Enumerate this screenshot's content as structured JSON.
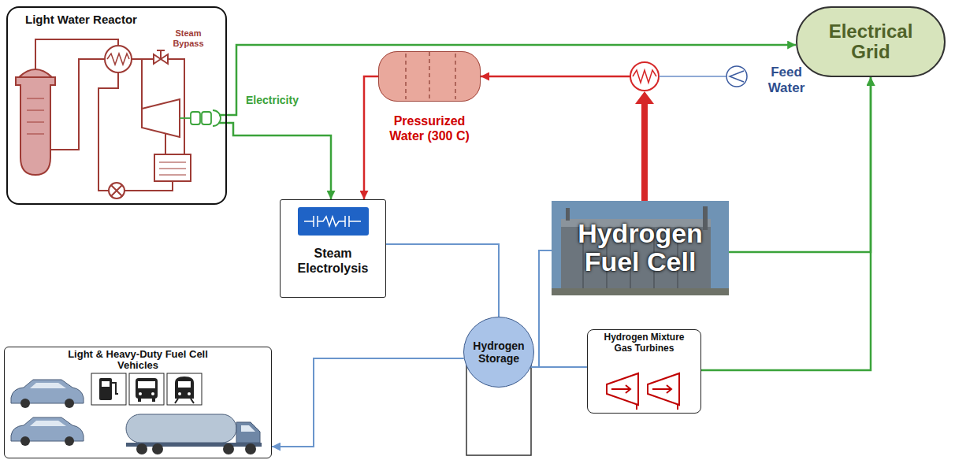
{
  "diagram": {
    "nodes": [
      {
        "text": [
          "Light Water Reactor"
        ]
      },
      {
        "text": [
          "Electrical Grid"
        ]
      },
      {
        "text": [
          "Pressurized Water (300 C)"
        ]
      },
      {
        "text": [
          "Steam Electrolysis"
        ]
      },
      {
        "text": [
          "Hydrogen Fuel Cell"
        ]
      },
      {
        "text": [
          "Light & Heavy-Duty Fuel Cell Vehicles"
        ]
      },
      {
        "text": [
          "Hydrogen Storage"
        ]
      },
      {
        "text": [
          "Hydrogen Mixture Gas Turbines"
        ]
      }
    ],
    "edges": [
      {
        "from": 0,
        "to": 1,
        "arrow": "to"
      },
      {
        "from": 0,
        "to": 3,
        "arrow": "to"
      },
      {
        "from": 2,
        "to": 3,
        "arrow": "to"
      },
      {
        "from": 3,
        "to": 6,
        "arrow": "none"
      },
      {
        "from": 6,
        "to": 4,
        "arrow": "none"
      },
      {
        "from": 6,
        "to": 7,
        "arrow": "none"
      },
      {
        "from": 6,
        "to": 5,
        "arrow": "to"
      },
      {
        "from": 4,
        "to": 1,
        "arrow": "to"
      },
      {
        "from": 7,
        "to": 1,
        "arrow": "to"
      }
    ],
    "labels": [
      "Steam Bypass",
      "Electricity",
      "Feed Water"
    ]
  }
}
